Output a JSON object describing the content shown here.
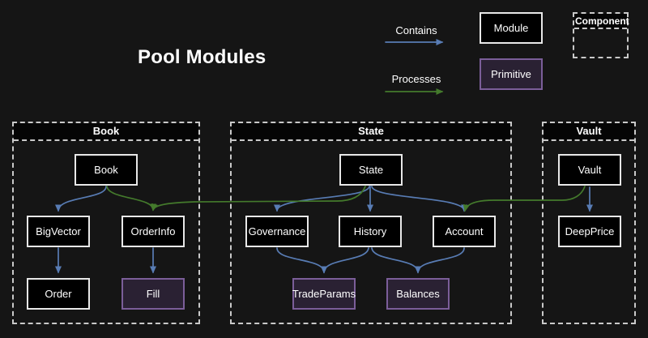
{
  "title": "Pool Modules",
  "legend": {
    "contains": "Contains",
    "processes": "Processes",
    "module": "Module",
    "primitive": "Primitive",
    "component": "Component"
  },
  "containers": {
    "book": {
      "label": "Book"
    },
    "state": {
      "label": "State"
    },
    "vault": {
      "label": "Vault"
    }
  },
  "nodes": {
    "book": "Book",
    "bigvector": "BigVector",
    "orderinfo": "OrderInfo",
    "order": "Order",
    "fill": "Fill",
    "state": "State",
    "governance": "Governance",
    "history": "History",
    "account": "Account",
    "tradeparams": "TradeParams",
    "balances": "Balances",
    "vault": "Vault",
    "deepprice": "DeepPrice"
  },
  "edges": [
    {
      "from": "Book",
      "to": "BigVector",
      "type": "contains"
    },
    {
      "from": "Book",
      "to": "OrderInfo",
      "type": "processes"
    },
    {
      "from": "BigVector",
      "to": "Order",
      "type": "contains"
    },
    {
      "from": "OrderInfo",
      "to": "Fill",
      "type": "contains"
    },
    {
      "from": "State",
      "to": "Governance",
      "type": "contains"
    },
    {
      "from": "State",
      "to": "History",
      "type": "contains"
    },
    {
      "from": "State",
      "to": "Account",
      "type": "contains"
    },
    {
      "from": "State",
      "to": "OrderInfo",
      "type": "processes"
    },
    {
      "from": "Governance",
      "to": "TradeParams",
      "type": "contains"
    },
    {
      "from": "History",
      "to": "TradeParams",
      "type": "contains"
    },
    {
      "from": "History",
      "to": "Balances",
      "type": "contains"
    },
    {
      "from": "Account",
      "to": "Balances",
      "type": "contains"
    },
    {
      "from": "Vault",
      "to": "DeepPrice",
      "type": "contains"
    },
    {
      "from": "Vault",
      "to": "Account",
      "type": "processes"
    }
  ],
  "colors": {
    "background": "#151515",
    "module_fill": "#000000",
    "module_border": "#e8e8e8",
    "primitive_fill": "#2a2133",
    "primitive_border": "#7b5e99",
    "contains_arrow": "#587cb4",
    "processes_arrow": "#447a2c",
    "container_border": "#c9c9c9"
  }
}
